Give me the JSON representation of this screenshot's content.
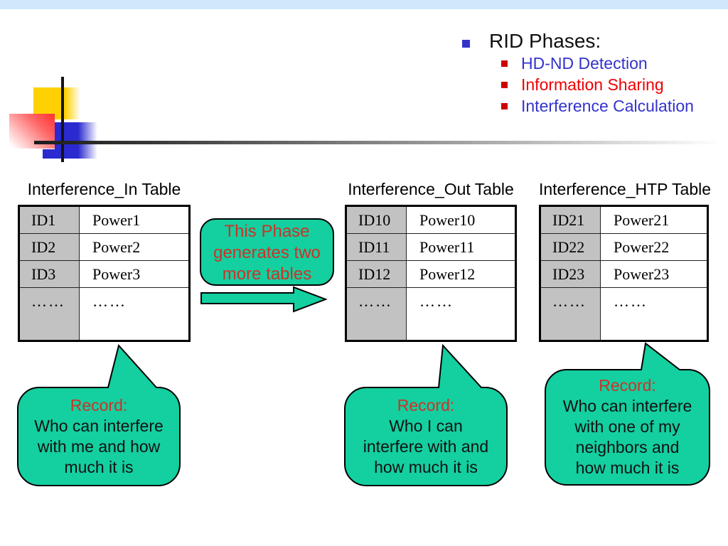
{
  "slide": {
    "background": "#ffffff",
    "top_bar_color": "#cfe8fb"
  },
  "colors": {
    "bubble_green": "#14cfa0",
    "outline_black": "#000000",
    "table_header_gray": "#c2c2c2",
    "accent_blue_text": "#3333cc",
    "accent_red_text": "#ee0000",
    "callout_red_text": "#cc3328",
    "bullet_blue": "#3333cc",
    "bullet_red": "#cc0000"
  },
  "phases": {
    "title": "RID Phases:",
    "items": [
      {
        "label": "HD-ND Detection",
        "color": "#3333cc"
      },
      {
        "label": "Information Sharing",
        "color": "#ee0000"
      },
      {
        "label": "Interference Calculation",
        "color": "#3333cc"
      }
    ]
  },
  "tables": [
    {
      "title": "Interference_In Table",
      "rows": [
        [
          "ID1",
          "Power1"
        ],
        [
          "ID2",
          "Power2"
        ],
        [
          "ID3",
          "Power3"
        ],
        [
          "……",
          "……"
        ]
      ]
    },
    {
      "title": "Interference_Out Table",
      "rows": [
        [
          "ID10",
          "Power10"
        ],
        [
          "ID11",
          "Power11"
        ],
        [
          "ID12",
          "Power12"
        ],
        [
          "……",
          "……"
        ]
      ]
    },
    {
      "title": "Interference_HTP Table",
      "rows": [
        [
          "ID21",
          "Power21"
        ],
        [
          "ID22",
          "Power22"
        ],
        [
          "ID23",
          "Power23"
        ],
        [
          "……",
          "……"
        ]
      ]
    }
  ],
  "callout": {
    "lines": [
      "This Phase",
      "generates two",
      "more tables"
    ],
    "fill": "#14cfa0",
    "text_color": "#cc3328"
  },
  "bubbles": [
    {
      "heading": "Record:",
      "lines": [
        "Who can interfere",
        "with me and how",
        "much it is"
      ]
    },
    {
      "heading": "Record:",
      "lines": [
        "Who I can",
        "interfere with and",
        "how much it is"
      ]
    },
    {
      "heading": "Record:",
      "lines": [
        "Who can interfere",
        "with one of my",
        "neighbors and",
        "how much it is"
      ]
    }
  ]
}
